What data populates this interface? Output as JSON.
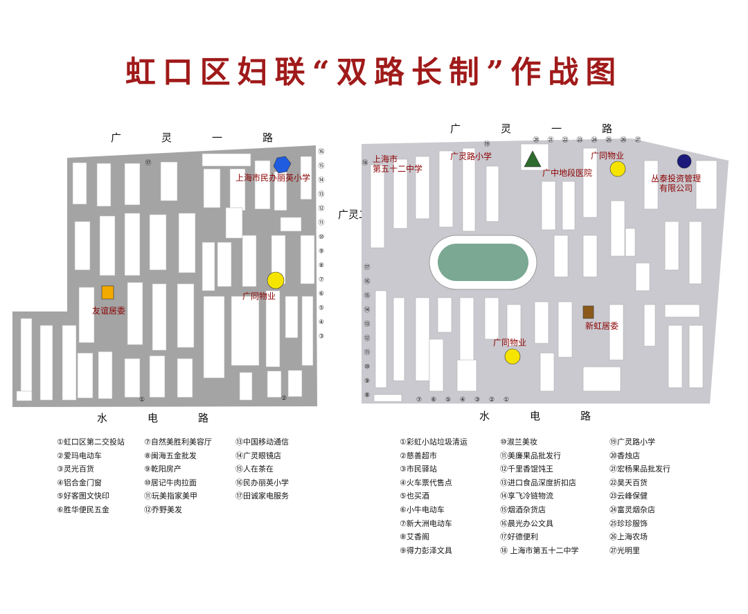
{
  "title": "虹口区妇联“双路长制”作战图",
  "colors": {
    "title": "#a01a1a",
    "area_left": "#a4a4a4",
    "area_right": "#c9c9cf",
    "label": "#8b0000",
    "marker_yellow": "#f5e400",
    "marker_orange": "#f2a900",
    "marker_blue": "#1f5ce0",
    "marker_navy": "#1b1a7a",
    "marker_green": "#2e6b2e",
    "marker_brown": "#8b5a1a"
  },
  "roads": {
    "left_top": "广灵一路",
    "right_top": "广灵一路",
    "middle": "广灵二路",
    "left_bottom": "水电路",
    "right_bottom": "水电路"
  },
  "left_map": {
    "labels": {
      "school": "上海市民办丽英小学",
      "property": "广同物业",
      "committee": "友谊居委"
    },
    "top_number": "⑰",
    "edge_numbers": [
      "⑯",
      "⑮",
      "⑭",
      "⑬",
      "⑫",
      "⑪",
      "⑩",
      "⑨",
      "⑧",
      "⑦",
      "⑥",
      "⑤",
      "④",
      "③"
    ],
    "bottom_numbers": [
      "①",
      "②"
    ]
  },
  "right_map": {
    "labels": {
      "school52_line1": "上海市",
      "school52_line2": "第五十二中学",
      "guangling_school": "广灵路小学",
      "hospital": "广中地段医院",
      "property_top": "广同物业",
      "company_line1": "丛泰投资管理",
      "company_line2": "有限公司",
      "committee": "新虹居委",
      "property_mid": "广同物业"
    },
    "top_numbers": [
      "⑲",
      "⑳",
      "㉑",
      "㉒",
      "㉓",
      "㉔",
      "㉕",
      "㉖",
      "㉗"
    ],
    "left_number": "⑱",
    "edge_numbers": [
      "⑰",
      "⑯",
      "⑮",
      "⑭",
      "⑬",
      "⑫",
      "⑪",
      "⑩",
      "⑨",
      "⑧"
    ],
    "bottom_numbers": [
      "⑦",
      "⑥",
      "⑤",
      "④",
      "③",
      "②",
      "①"
    ]
  },
  "legend": {
    "col1": [
      "①虹口区第二交投站",
      "②爱玛电动车",
      "③灵光百货",
      "④铝合金门窗",
      "⑤好客图文快印",
      "⑥胜华便民五金"
    ],
    "col2": [
      "⑦自然美胜利美容厅",
      "⑧闽海五金批发",
      "⑨乾阳房产",
      "⑩居记牛肉拉面",
      "⑪玩美指家美甲",
      "⑫乔野美发"
    ],
    "col3": [
      "⑬中国移动通信",
      "⑭广灵眼镜店",
      "⑮人在茶在",
      "⑯民办丽英小学",
      "⑰田诚家电服务"
    ],
    "col4": [
      "①彩虹小站垃圾清运",
      "②慈善超市",
      "③市民驿站",
      "④火车票代售点",
      "⑤也买酒",
      "⑥小牛电动车",
      "⑦新大洲电动车",
      "⑧艾香阁",
      "⑨得力彭泽文具"
    ],
    "col5": [
      "⑩淑兰美妆",
      "⑪美廉果品批发行",
      "⑫千里香馄饨王",
      "⑬进口食品深度折扣店",
      "⑭享飞冷链物流",
      "⑮烟酒杂货店",
      "⑯晨光办公文具",
      "⑰好德便利",
      "⑱ 上海市第五十二中学"
    ],
    "col6": [
      "⑲广灵路小学",
      "⑳香烛店",
      "㉑宏杨果品批发行",
      "㉒昊天百货",
      "㉓云峰保健",
      "㉔富灵烟杂店",
      "㉕珍珍服饰",
      "㉖上海农场",
      "㉗光明里"
    ]
  }
}
